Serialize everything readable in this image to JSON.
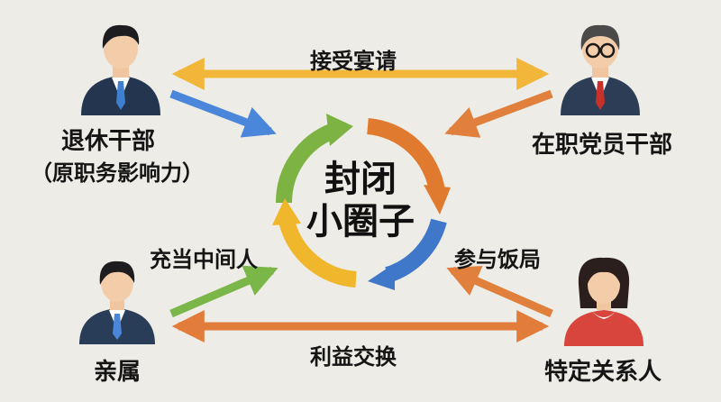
{
  "center": {
    "line1": "封闭",
    "line2": "小圈子"
  },
  "nodes": {
    "top_left": {
      "line1": "退休干部",
      "line2": "（原职务影响力）"
    },
    "top_right": {
      "line1": "在职党员干部"
    },
    "bottom_left": {
      "line1": "亲属"
    },
    "bottom_right": {
      "line1": "特定关系人"
    }
  },
  "relations": {
    "top": "接受宴请",
    "bottom": "利益交换",
    "left_mid": "充当中间人",
    "right_mid": "参与饭局"
  },
  "colors": {
    "ring_green": "#7cb342",
    "ring_orange": "#e07a2e",
    "ring_blue": "#3f77c9",
    "ring_yellow": "#f0b62c",
    "arrow_blue": "#4a86d9",
    "arrow_orange": "#e0803c",
    "arrow_yellow": "#f2b63a",
    "arrow_green": "#7ab648",
    "arrow_bottom": "#e27c3a"
  },
  "icons": {
    "top_left": "man-in-suit-icon",
    "top_right": "man-with-glasses-icon",
    "bottom_left": "young-man-icon",
    "bottom_right": "woman-icon"
  }
}
